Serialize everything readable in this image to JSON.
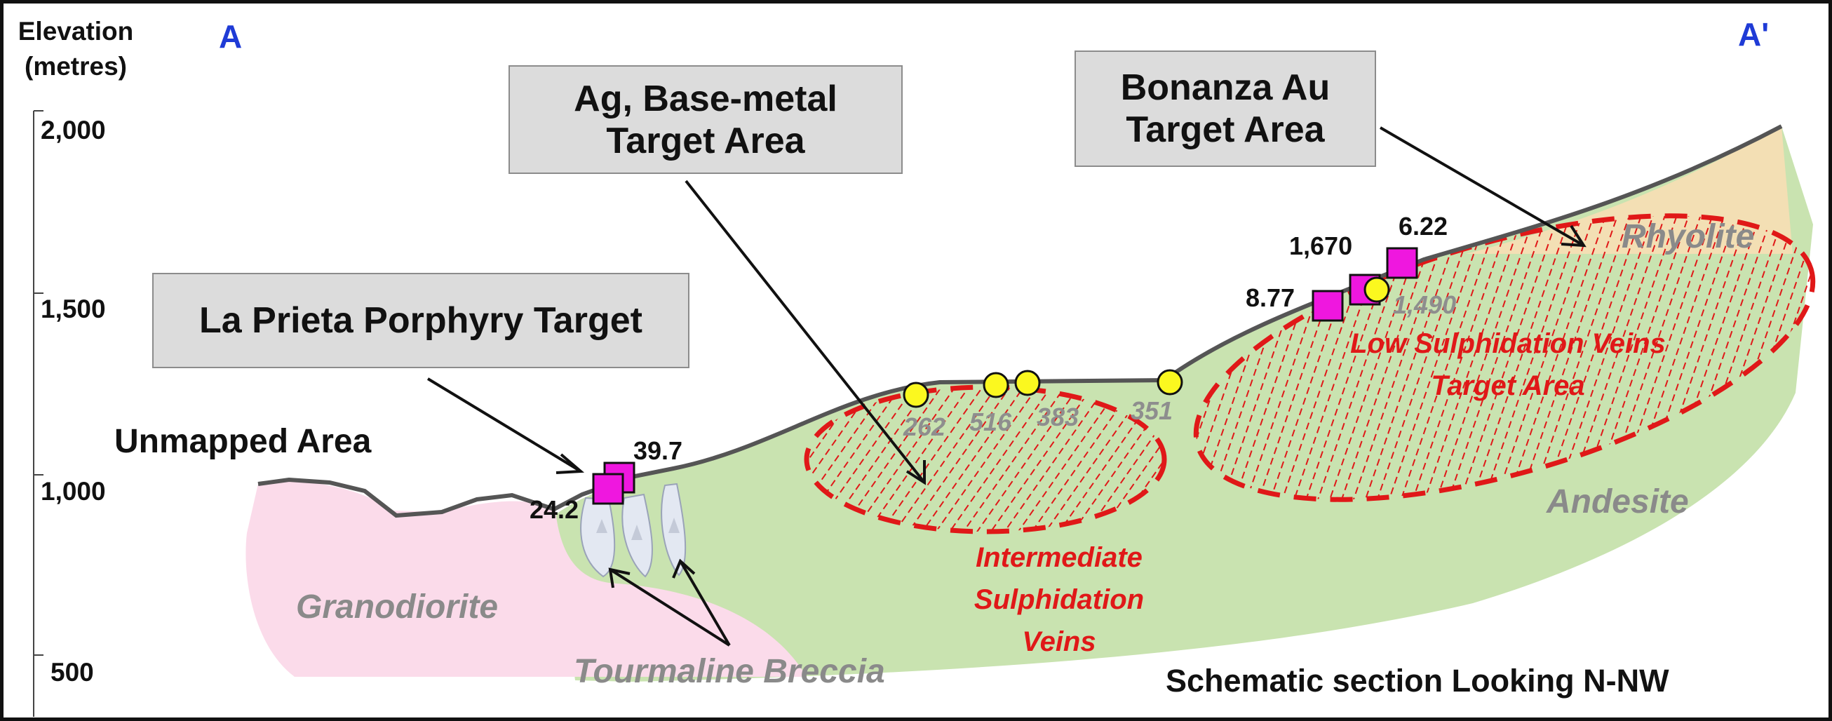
{
  "axis": {
    "title_line1": "Elevation",
    "title_line2": "(metres)",
    "ticks": [
      "2,000",
      "1,500",
      "1,000",
      "500"
    ]
  },
  "section_ends": {
    "start": "A",
    "end": "A'"
  },
  "boxes": {
    "porphyry": "La Prieta Porphyry Target",
    "ag_line1": "Ag, Base-metal",
    "ag_line2": "Target Area",
    "au_line1": "Bonanza Au",
    "au_line2": "Target Area"
  },
  "rock_units": {
    "granodiorite": "Granodiorite",
    "andesite": "Andesite",
    "rhyolite": "Rhyolite",
    "breccia": "Tourmaline Breccia"
  },
  "targets": {
    "intermediate": [
      "Intermediate",
      "Sulphidation",
      "Veins"
    ],
    "low": [
      "Low Sulphidation Veins",
      "Target Area"
    ]
  },
  "unmapped": "Unmapped Area",
  "caption": "Schematic section Looking N-NW",
  "samples_square": [
    "39.7",
    "24.2",
    "1,670",
    "6.22",
    "8.77"
  ],
  "samples_circle": [
    "262",
    "516",
    "383",
    "351",
    "1,490"
  ],
  "colors": {
    "granodiorite": "#fbdbea",
    "andesite": "#c9e3b0",
    "rhyolite": "#f3dfb4",
    "target_red": "#e01818",
    "square_magenta": "#ef17df",
    "circle_yellow": "#fbf81f",
    "section_blue": "#1f3bd6"
  }
}
